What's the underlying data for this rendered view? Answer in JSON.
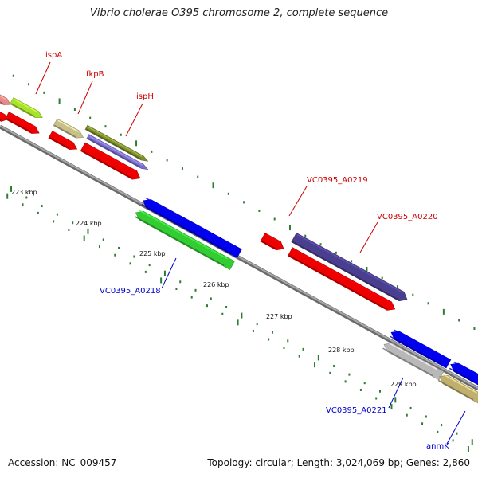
{
  "title": "Vibrio cholerae O395 chromosome 2, complete sequence",
  "footer": {
    "accession": "Accession: NC_009457",
    "stats": "Topology: circular; Length: 3,024,069 bp; Genes: 2,860"
  },
  "colors": {
    "backbone": "#8c8c8c",
    "tick": "#2e7d32",
    "label_forward": "#cc0000",
    "label_reverse": "#0000cc"
  },
  "scale_labels": [
    {
      "text": "223 kbp",
      "kbp": 223
    },
    {
      "text": "224 kbp",
      "kbp": 224
    },
    {
      "text": "225 kbp",
      "kbp": 225
    },
    {
      "text": "226 kbp",
      "kbp": 226
    },
    {
      "text": "227 kbp",
      "kbp": 227
    },
    {
      "text": "228 kbp",
      "kbp": 228
    },
    {
      "text": "229 kbp",
      "kbp": 229
    }
  ],
  "gene_labels": [
    {
      "text": "ispA",
      "strand": "forward"
    },
    {
      "text": "fkpB",
      "strand": "forward"
    },
    {
      "text": "ispH",
      "strand": "forward"
    },
    {
      "text": "VC0395_A0219",
      "strand": "forward"
    },
    {
      "text": "VC0395_A0220",
      "strand": "forward"
    },
    {
      "text": "VC0395_A0218",
      "strand": "reverse"
    },
    {
      "text": "VC0395_A0221",
      "strand": "reverse"
    },
    {
      "text": "anmK",
      "strand": "reverse"
    }
  ],
  "features": [
    {
      "name": "gene-ispA-upstream",
      "strand": "forward",
      "track": "cog",
      "color": "#e88a8a"
    },
    {
      "name": "gene-ispA",
      "strand": "forward",
      "track": "cog",
      "color": "#a6e22e"
    },
    {
      "name": "gene-fkpB",
      "strand": "forward",
      "track": "cog",
      "color": "#c8c08a"
    },
    {
      "name": "gene-ispH",
      "strand": "forward",
      "track": "cog",
      "color": "#7d8f2f"
    },
    {
      "name": "gene-ispH-b",
      "strand": "forward",
      "track": "cog",
      "color": "#7a6fd0"
    },
    {
      "name": "gene-VC0395_A0220",
      "strand": "forward",
      "track": "cog",
      "color": "#4a3f8f"
    },
    {
      "name": "gene-VC0395_A0218",
      "strand": "reverse",
      "track": "cog",
      "color": "#0000ee"
    },
    {
      "name": "gene-VC0395_A0218-cds",
      "strand": "reverse",
      "track": "cds",
      "color": "#33cc33"
    },
    {
      "name": "gene-VC0395_A0221",
      "strand": "reverse",
      "track": "cog",
      "color": "#0000ee"
    },
    {
      "name": "gene-VC0395_A0221-cds",
      "strand": "reverse",
      "track": "cds",
      "color": "#b8b8b8"
    },
    {
      "name": "gene-anmK",
      "strand": "reverse",
      "track": "cog",
      "color": "#0000ee"
    },
    {
      "name": "gene-anmK-cds",
      "strand": "reverse",
      "track": "cds",
      "color": "#c0b070"
    }
  ]
}
